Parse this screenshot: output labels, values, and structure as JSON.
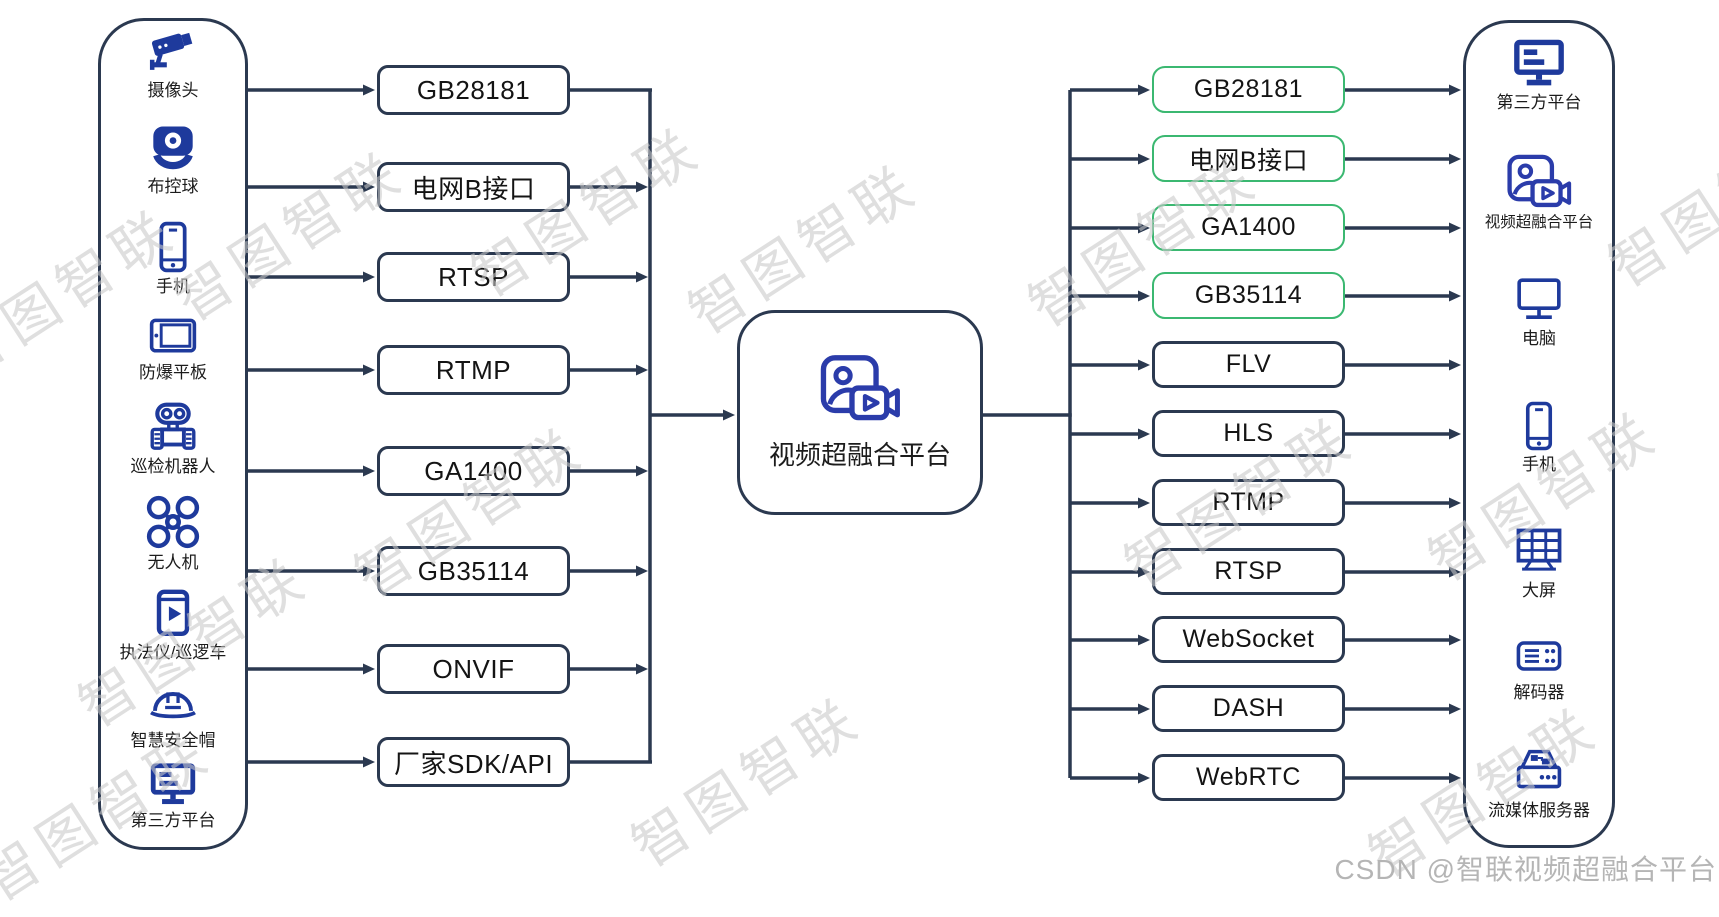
{
  "colors": {
    "line": "#2b3950",
    "green": "#3bb871",
    "icon": "#1e3a9c",
    "icon2": "#2b3caa",
    "wm": "#c9c9c9"
  },
  "left_panel": {
    "devices": [
      {
        "label": "摄像头",
        "icon": "cctv-camera"
      },
      {
        "label": "布控球",
        "icon": "ptz-dome"
      },
      {
        "label": "手机",
        "icon": "smartphone"
      },
      {
        "label": "防爆平板",
        "icon": "rugged-tablet"
      },
      {
        "label": "巡检机器人",
        "icon": "inspection-robot"
      },
      {
        "label": "无人机",
        "icon": "drone"
      },
      {
        "label": "执法仪/巡逻车",
        "icon": "body-camera"
      },
      {
        "label": "智慧安全帽",
        "icon": "smart-helmet"
      },
      {
        "label": "第三方平台",
        "icon": "third-party-monitor"
      }
    ]
  },
  "ingest_protocols": [
    {
      "label": "GB28181"
    },
    {
      "label": "电网B接口"
    },
    {
      "label": "RTSP"
    },
    {
      "label": "RTMP"
    },
    {
      "label": "GA1400"
    },
    {
      "label": "GB35114"
    },
    {
      "label": "ONVIF"
    },
    {
      "label": "厂家SDK/API"
    }
  ],
  "center_platform": {
    "label": "视频超融合平台",
    "icon": "fusion-platform"
  },
  "output_protocols": [
    {
      "label": "GB28181",
      "highlighted": true
    },
    {
      "label": "电网B接口",
      "highlighted": true
    },
    {
      "label": "GA1400",
      "highlighted": true
    },
    {
      "label": "GB35114",
      "highlighted": true
    },
    {
      "label": "FLV",
      "highlighted": false
    },
    {
      "label": "HLS",
      "highlighted": false
    },
    {
      "label": "RTMP",
      "highlighted": false
    },
    {
      "label": "RTSP",
      "highlighted": false
    },
    {
      "label": "WebSocket",
      "highlighted": false
    },
    {
      "label": "DASH",
      "highlighted": false
    },
    {
      "label": "WebRTC",
      "highlighted": false
    }
  ],
  "right_panel": {
    "devices": [
      {
        "label": "第三方平台",
        "icon": "third-party-monitor"
      },
      {
        "label": "视频超融合平台",
        "icon": "fusion-platform"
      },
      {
        "label": "电脑",
        "icon": "desktop-computer"
      },
      {
        "label": "手机",
        "icon": "smartphone"
      },
      {
        "label": "大屏",
        "icon": "video-wall"
      },
      {
        "label": "解码器",
        "icon": "decoder"
      },
      {
        "label": "流媒体服务器",
        "icon": "media-server"
      }
    ]
  },
  "watermark": {
    "text": "智图智联",
    "credit": "CSDN @智联视频超融合平台"
  }
}
